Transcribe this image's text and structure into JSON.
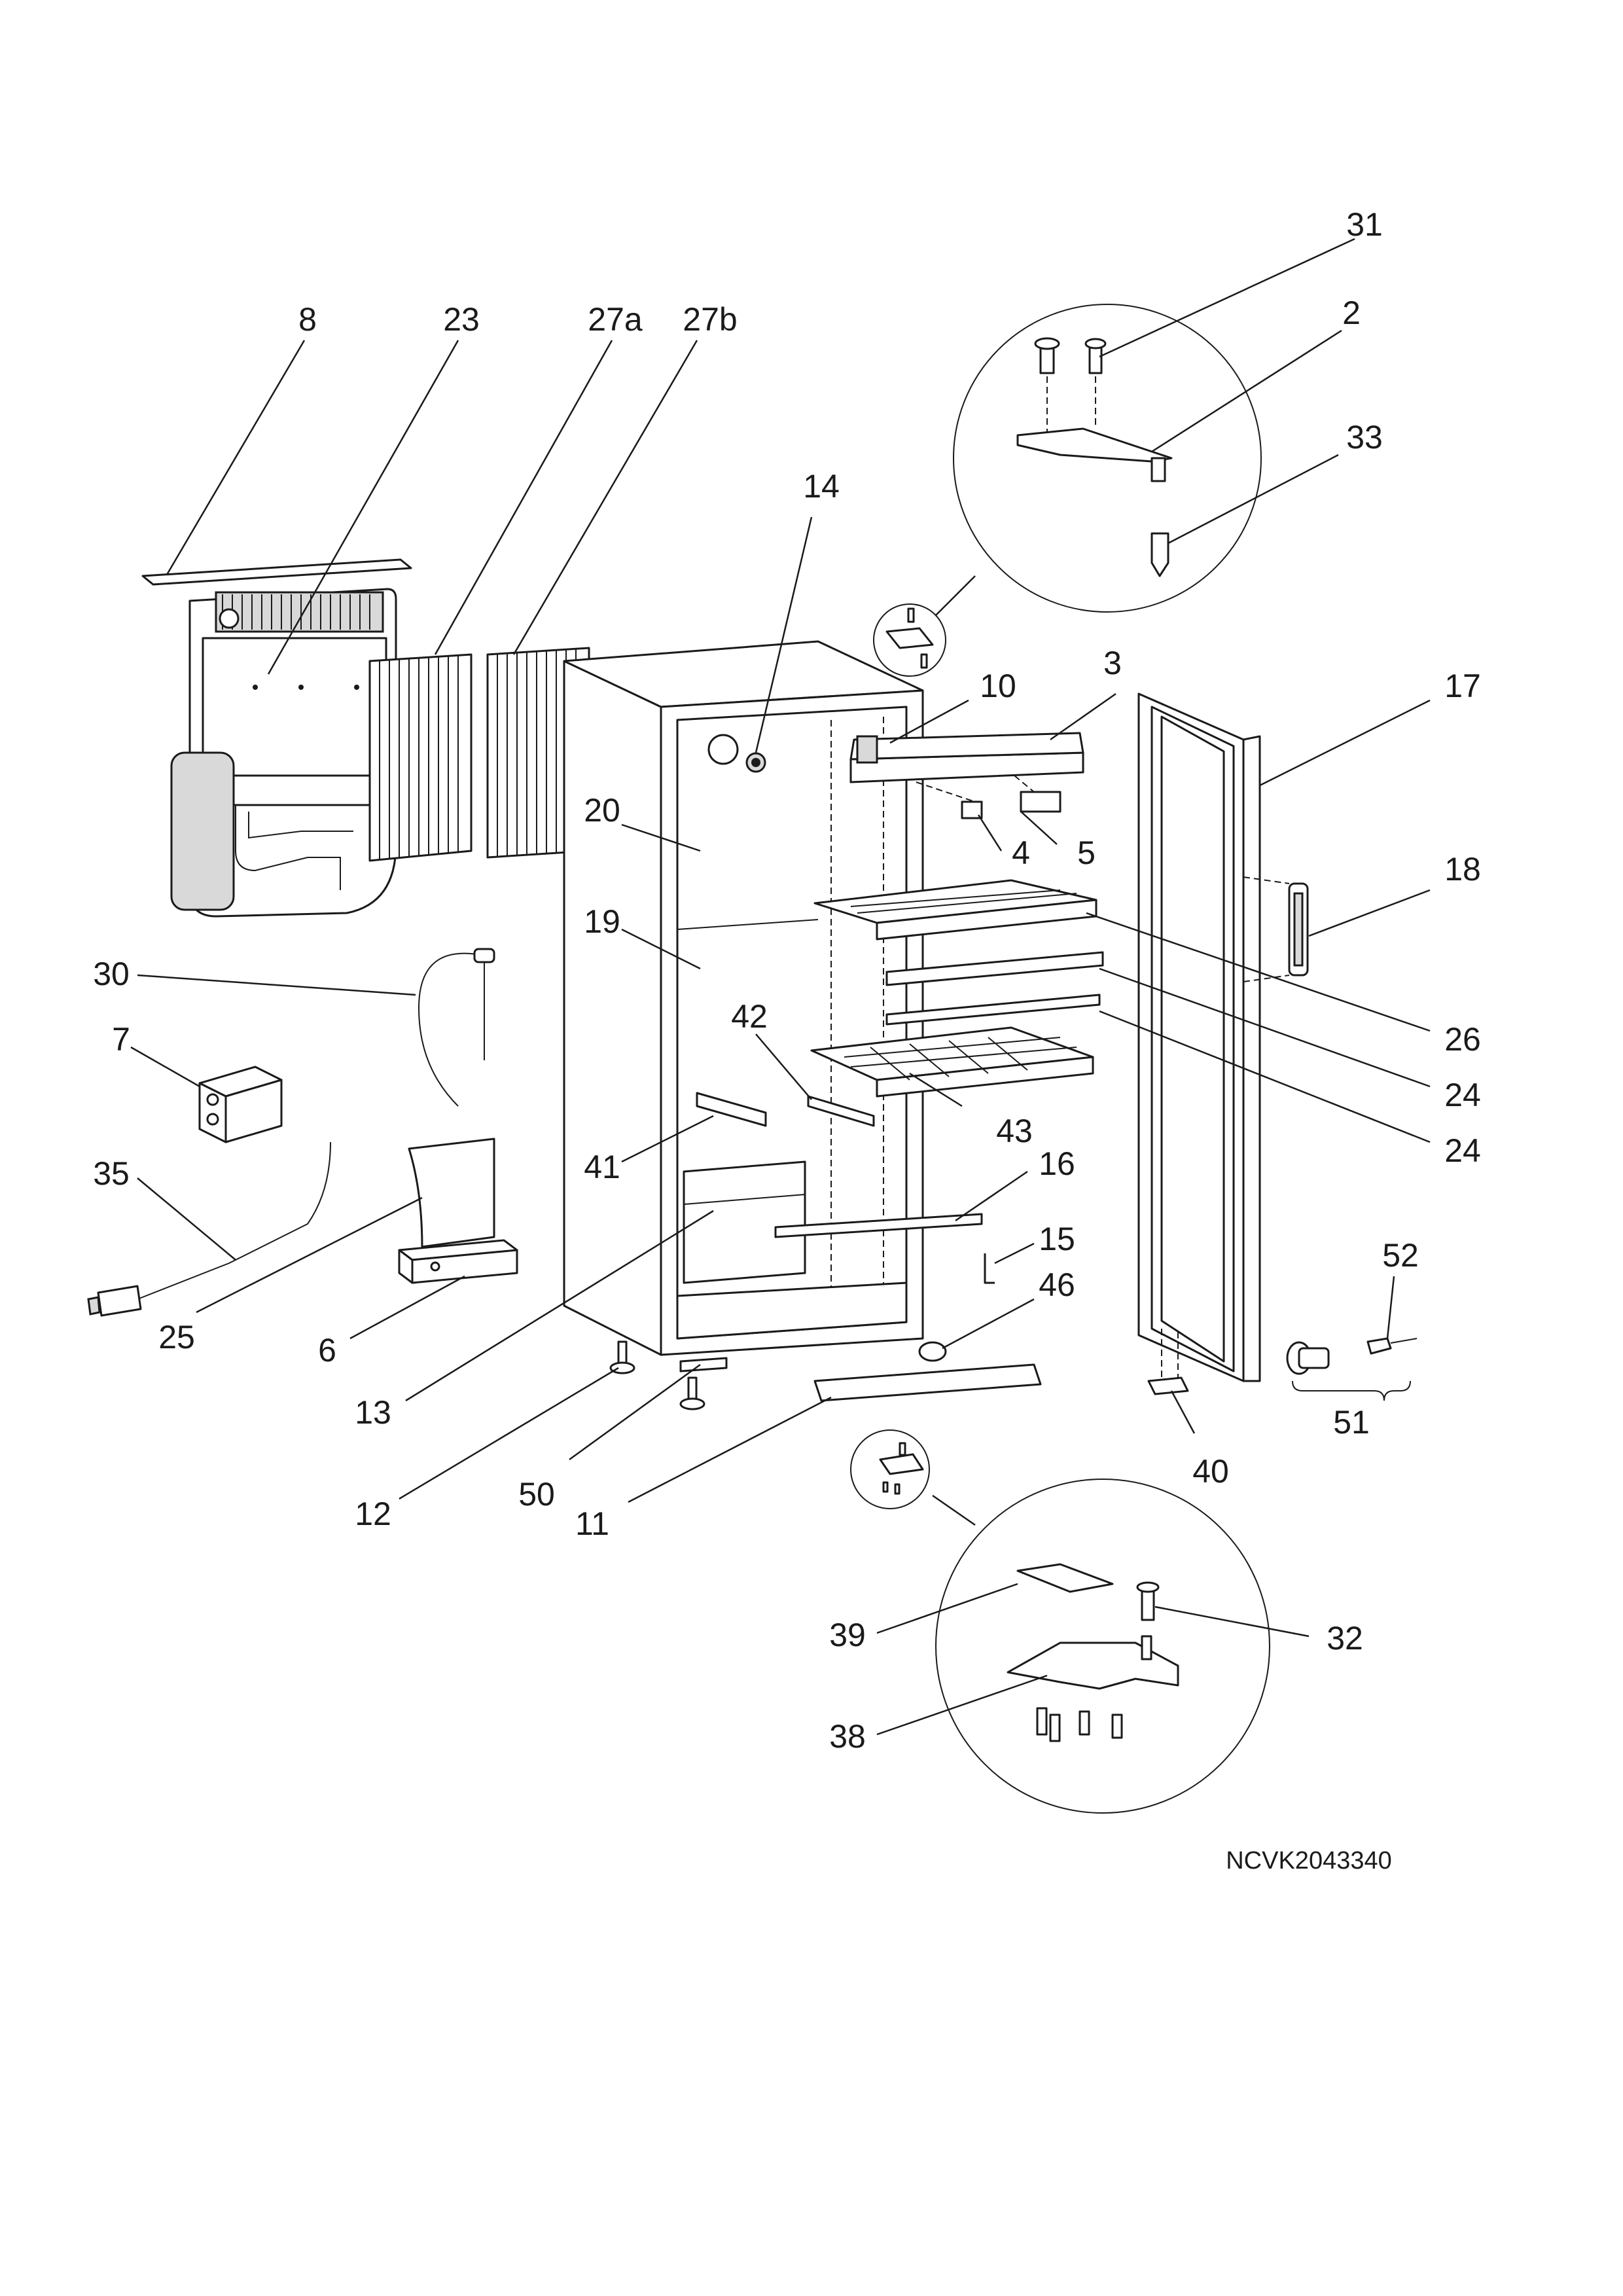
{
  "diagram_code": "NCVK2043340",
  "callouts": [
    {
      "id": "8",
      "label": "8"
    },
    {
      "id": "23",
      "label": "23"
    },
    {
      "id": "27a",
      "label": "27a"
    },
    {
      "id": "27b",
      "label": "27b"
    },
    {
      "id": "31",
      "label": "31"
    },
    {
      "id": "2",
      "label": "2"
    },
    {
      "id": "33",
      "label": "33"
    },
    {
      "id": "14",
      "label": "14"
    },
    {
      "id": "10",
      "label": "10"
    },
    {
      "id": "3",
      "label": "3"
    },
    {
      "id": "17",
      "label": "17"
    },
    {
      "id": "20",
      "label": "20"
    },
    {
      "id": "4",
      "label": "4"
    },
    {
      "id": "5",
      "label": "5"
    },
    {
      "id": "18",
      "label": "18"
    },
    {
      "id": "30",
      "label": "30"
    },
    {
      "id": "19",
      "label": "19"
    },
    {
      "id": "26",
      "label": "26"
    },
    {
      "id": "7",
      "label": "7"
    },
    {
      "id": "42",
      "label": "42"
    },
    {
      "id": "24a",
      "label": "24"
    },
    {
      "id": "43",
      "label": "43"
    },
    {
      "id": "24b",
      "label": "24"
    },
    {
      "id": "35",
      "label": "35"
    },
    {
      "id": "41",
      "label": "41"
    },
    {
      "id": "16",
      "label": "16"
    },
    {
      "id": "15",
      "label": "15"
    },
    {
      "id": "52",
      "label": "52"
    },
    {
      "id": "46",
      "label": "46"
    },
    {
      "id": "25",
      "label": "25"
    },
    {
      "id": "6",
      "label": "6"
    },
    {
      "id": "13",
      "label": "13"
    },
    {
      "id": "51",
      "label": "51"
    },
    {
      "id": "40",
      "label": "40"
    },
    {
      "id": "50",
      "label": "50"
    },
    {
      "id": "12",
      "label": "12"
    },
    {
      "id": "11",
      "label": "11"
    },
    {
      "id": "39",
      "label": "39"
    },
    {
      "id": "32",
      "label": "32"
    },
    {
      "id": "38",
      "label": "38"
    }
  ]
}
